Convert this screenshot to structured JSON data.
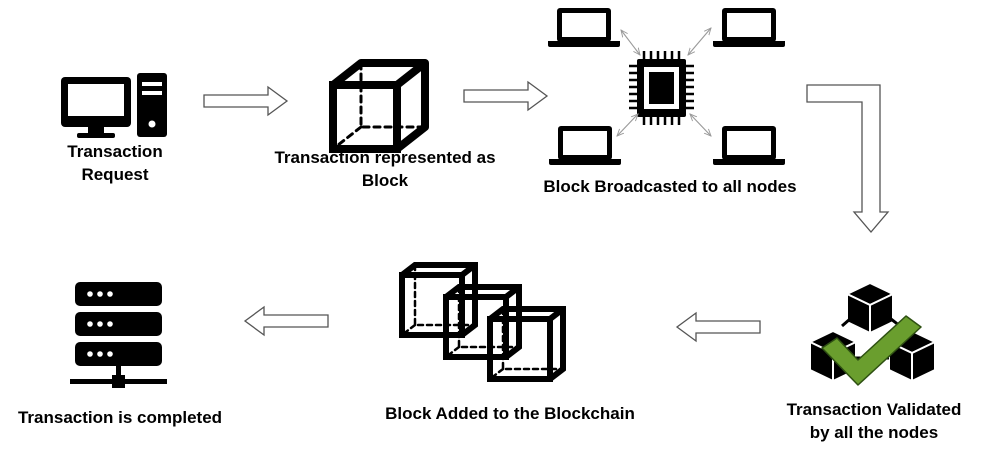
{
  "steps": {
    "request": {
      "line1": "Transaction",
      "line2": "Request"
    },
    "block": {
      "line1": "Transaction represented as",
      "line2": "Block"
    },
    "broadcast": {
      "line1": "Block Broadcasted to all nodes"
    },
    "validated": {
      "line1": "Transaction Validated",
      "line2": "by all the nodes"
    },
    "added": {
      "line1": "Block Added to the Blockchain"
    },
    "completed": {
      "line1": "Transaction is completed"
    }
  },
  "colors": {
    "ink": "#000000",
    "check_green": "#6a9e2e",
    "arrow_outline": "#555555",
    "link_arrow": "#999999"
  },
  "icons": [
    "desktop-computer-icon",
    "wireframe-cube-icon",
    "laptop-icon",
    "cpu-chip-icon",
    "validated-cubes-icon",
    "blockchain-cubes-icon",
    "server-rack-icon"
  ]
}
